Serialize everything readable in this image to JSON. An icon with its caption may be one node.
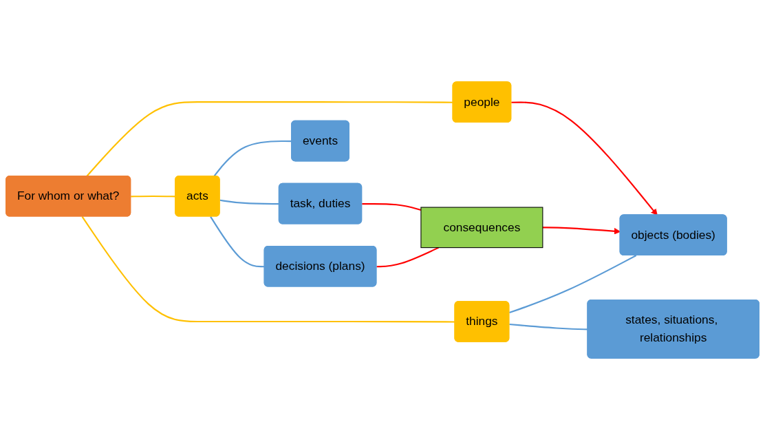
{
  "diagram": {
    "nodes": [
      {
        "text": [
          "For whom or what?"
        ]
      },
      {
        "text": [
          "acts"
        ]
      },
      {
        "text": [
          "things"
        ]
      },
      {
        "text": [
          "people"
        ]
      },
      {
        "text": [
          "decisions (plans)"
        ]
      },
      {
        "text": [
          "events"
        ]
      },
      {
        "text": [
          "task, duties"
        ]
      },
      {
        "text": [
          "objects (bodies)"
        ]
      },
      {
        "text": [
          "states, situations, relationships"
        ]
      },
      {
        "text": [
          "consequences"
        ]
      }
    ],
    "edges": [
      {
        "from": 0,
        "to": 1,
        "arrow": "none",
        "color": "#ffc000"
      },
      {
        "from": 0,
        "to": 2,
        "arrow": "none",
        "color": "#ffc000"
      },
      {
        "from": 0,
        "to": 3,
        "arrow": "none",
        "color": "#ffc000"
      },
      {
        "from": 1,
        "to": 4,
        "arrow": "none"
      },
      {
        "from": 1,
        "to": 5,
        "arrow": "none"
      },
      {
        "from": 1,
        "to": 6,
        "arrow": "none"
      },
      {
        "from": 2,
        "to": 7,
        "arrow": "none"
      },
      {
        "from": 2,
        "to": 8,
        "arrow": "none"
      },
      {
        "from": 4,
        "to": 9,
        "arrow": "none",
        "color": "#ff0000"
      },
      {
        "from": 6,
        "to": 9,
        "arrow": "none",
        "color": "#ff0000"
      },
      {
        "from": 9,
        "to": 7,
        "arrow": "to",
        "color": "#ff0000"
      },
      {
        "from": 3,
        "to": 7,
        "arrow": "to",
        "color": "#ff0000"
      }
    ]
  }
}
